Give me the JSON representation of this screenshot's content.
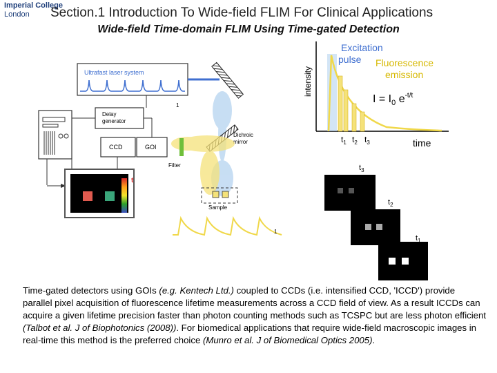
{
  "logo": {
    "line1": "Imperial College",
    "line2": "London"
  },
  "header": {
    "title": "Section.1 Introduction To Wide-field FLIM For Clinical Applications",
    "subtitle": "Wide-field Time-domain FLIM Using Time-gated Detection"
  },
  "setup": {
    "laser_label": "Ultrafast laser system",
    "delay_generator_line1": "Delay",
    "delay_generator_line2": "generator",
    "ccd_label": "CCD",
    "goi_label": "GOI",
    "dichroic_line1": "Dichroic",
    "dichroic_line2": "mirror",
    "filter_label": "Filter",
    "sample_label": "Sample",
    "t_marker": "t",
    "trigger_label_upper": "1",
    "trigger_label_lower": "1"
  },
  "decay_plot": {
    "y_axis_label": "intensity",
    "x_axis_label": "time",
    "excitation_line1": "Excitation",
    "excitation_line2": "pulse",
    "fluorescence_line1": "Fluorescence",
    "fluorescence_line2": "emission",
    "equation_main": "I = I",
    "equation_sub": "0",
    "equation_exp_base": " e",
    "equation_sup": "-t/t",
    "gate_t1": "t",
    "gate_t1_sub": "1",
    "gate_t2": "t",
    "gate_t2_sub": "2",
    "gate_t3": "t",
    "gate_t3_sub": "3"
  },
  "gated_images": {
    "t3_label": "t",
    "t3_sub": "3",
    "t2_label": "t",
    "t2_sub": "2",
    "t1_label": "t",
    "t1_sub": "1"
  },
  "colors": {
    "laser": "#3f6fd0",
    "excitation": "#b5d3f0",
    "fluorescence": "#f5e27a",
    "sample_left": "#e05a4f",
    "sample_right": "#3aa57a"
  },
  "caption": {
    "p1": "Time-gated detectors using GOIs ",
    "p1_italic": "(e.g. Kentech Ltd.)",
    "p2": " coupled to CCDs (i.e. intensified CCD, 'ICCD') provide parallel pixel acquisition of fluorescence lifetime measurements across a CCD field of view. As a result ICCDs can acquire a given lifetime precision faster than photon counting methods such as TCSPC but are less photon efficient ",
    "p2_italic": "(Talbot et al. J of Biophotonics (2008))",
    "p3": ". For biomedical applications that require wide-field macroscopic images in real-time this method is the preferred choice ",
    "p3_italic": "(Munro et al. J of Biomedical Optics 2005)",
    "p4": "."
  }
}
